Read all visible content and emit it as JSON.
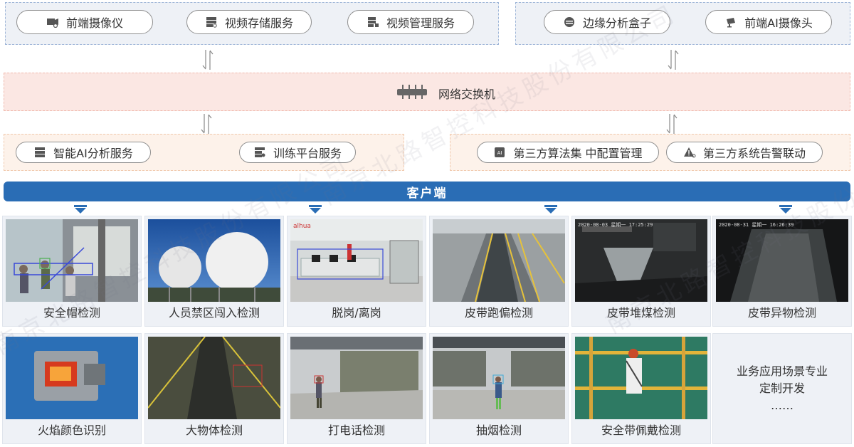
{
  "top_left": {
    "items": [
      {
        "label": "前端摄像仪",
        "icon": "camera-device-icon"
      },
      {
        "label": "视频存储服务",
        "icon": "storage-server-icon"
      },
      {
        "label": "视频管理服务",
        "icon": "management-server-icon"
      }
    ]
  },
  "top_right": {
    "items": [
      {
        "label": "边缘分析盒子",
        "icon": "edge-box-icon"
      },
      {
        "label": "前端AI摄像头",
        "icon": "ai-camera-icon"
      }
    ]
  },
  "switch": {
    "label": "网络交换机",
    "icon": "network-switch-icon"
  },
  "mid_left": {
    "items": [
      {
        "label": "智能AI分析服务",
        "icon": "ai-server-icon"
      },
      {
        "label": "训练平台服务",
        "icon": "training-server-icon"
      }
    ]
  },
  "mid_right": {
    "items": [
      {
        "label": "第三方算法集 中配置管理",
        "icon": "algorithm-chip-icon"
      },
      {
        "label": "第三方系统告警联动",
        "icon": "alarm-icon"
      }
    ]
  },
  "client": {
    "label": "客户端"
  },
  "scenes_row1": [
    {
      "label": "安全帽检测"
    },
    {
      "label": "人员禁区闯入检测"
    },
    {
      "label": "脱岗/离岗"
    },
    {
      "label": "皮带跑偏检测"
    },
    {
      "label": "皮带堆煤检测"
    },
    {
      "label": "皮带异物检测"
    }
  ],
  "scenes_row2": [
    {
      "label": "火焰颜色识别"
    },
    {
      "label": "大物体检测"
    },
    {
      "label": "打电话检测"
    },
    {
      "label": "抽烟检测"
    },
    {
      "label": "安全带佩戴检测"
    }
  ],
  "custom_dev": {
    "line1": "业务应用场景专业",
    "line2": "定制开发",
    "line3": "……"
  },
  "watermark": {
    "text": "南京北路智控科技股份有限公司"
  },
  "colors": {
    "accent_blue": "#2a6db5",
    "zone_blue": "#eef1f6",
    "zone_peach": "#fdf2ea",
    "zone_pink": "#fbe7e3"
  }
}
